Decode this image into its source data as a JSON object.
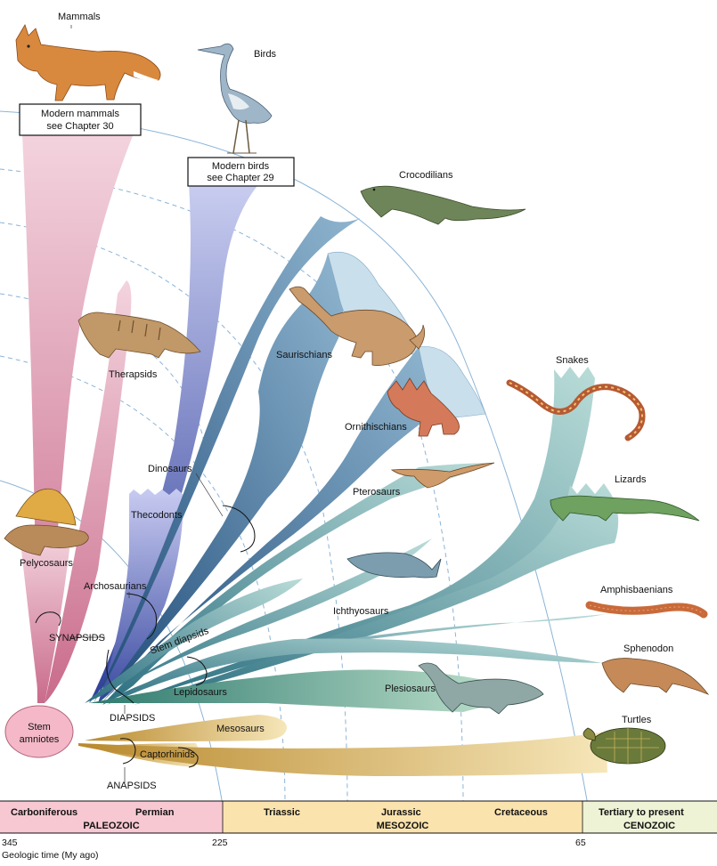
{
  "boxes": {
    "mammals_line1": "Modern mammals",
    "mammals_line2": "see Chapter 30",
    "birds_line1": "Modern birds",
    "birds_line2": "see Chapter 29"
  },
  "labels": {
    "mammals": "Mammals",
    "birds": "Birds",
    "crocodilians": "Crocodilians",
    "saurischians": "Saurischians",
    "ornithischians": "Ornithischians",
    "therapsids": "Therapsids",
    "dinosaurs": "Dinosaurs",
    "thecodonts": "Thecodonts",
    "pterosaurs": "Pterosaurs",
    "snakes": "Snakes",
    "lizards": "Lizards",
    "pelycosaurs": "Pelycosaurs",
    "archosaurians": "Archosaurians",
    "ichthyosaurs": "Ichthyosaurs",
    "amphisbaenians": "Amphisbaenians",
    "synapsids": "SYNAPSIDS",
    "stem_diapsids": "Stem diapsids",
    "sphenodon": "Sphenodon",
    "lepidosaurs": "Lepidosaurs",
    "plesiosaurs": "Plesiosaurs",
    "diapsids": "DIAPSIDS",
    "stem_amniotes_1": "Stem",
    "stem_amniotes_2": "amniotes",
    "mesosaurs": "Mesosaurs",
    "turtles": "Turtles",
    "captorhinids": "Captorhinids",
    "anapsids": "ANAPSIDS"
  },
  "timeline": {
    "periods": [
      "Carboniferous",
      "Permian",
      "Triassic",
      "Jurassic",
      "Cretaceous",
      "Tertiary to present"
    ],
    "eras": [
      "PALEOZOIC",
      "MESOZOIC",
      "CENOZOIC"
    ],
    "ticks": [
      "345",
      "225",
      "65"
    ],
    "axis_label": "Geologic time (My ago)"
  },
  "colors": {
    "synapsid_pink": "#c9748f",
    "bird_blue": "#6f78c4",
    "archosaur_blue": "#3f6e93",
    "diapsid_teal": "#4f9296",
    "plesiosaur_green": "#5aa58a",
    "anapsid_gold": "#d8b25c",
    "paleozoic_band": "#f7c8d2",
    "mesozoic_band": "#fbe3ad",
    "cenozoic_band": "#eef3d6"
  }
}
